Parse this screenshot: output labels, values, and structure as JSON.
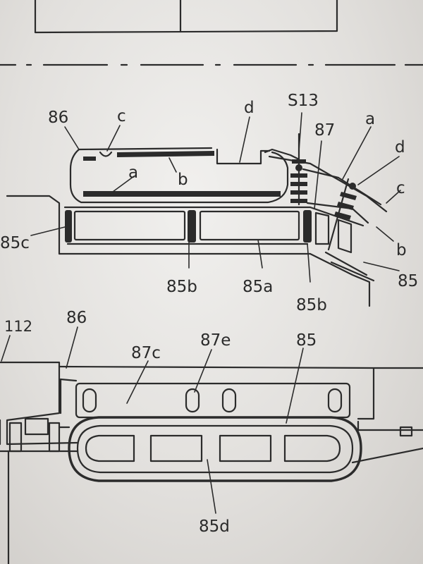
{
  "labels": {
    "top_86": "86",
    "top_c": "c",
    "top_d": "d",
    "top_a": "a",
    "top_b": "b",
    "s13": "S13",
    "top_87": "87",
    "right_a": "a",
    "right_d": "d",
    "right_c": "c",
    "right_b": "b",
    "right_85": "85",
    "left_85c": "85c",
    "mid_85b_left": "85b",
    "mid_85a": "85a",
    "mid_85b_right": "85b",
    "bottom_112": "112",
    "bottom_86": "86",
    "bottom_87c": "87c",
    "bottom_87e": "87e",
    "bottom_85": "85",
    "bottom_85d": "85d"
  }
}
